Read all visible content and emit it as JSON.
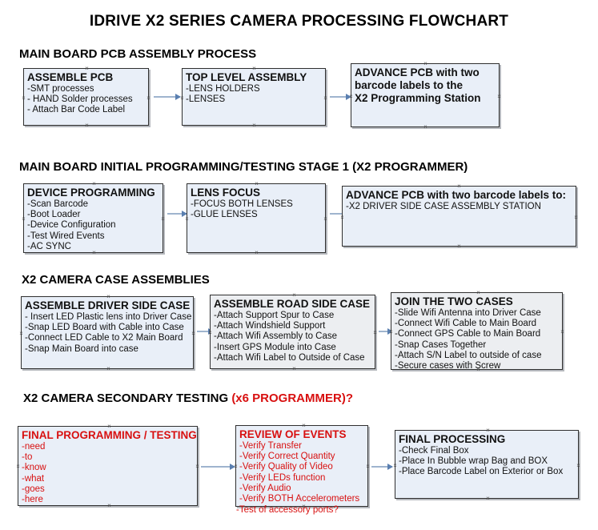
{
  "document": {
    "title": "IDRIVE X2  SERIES CAMERA PROCESSING FLOWCHART",
    "accent_color": "#d81010",
    "node_fill": "#e9eff8",
    "node_fill_alt": "#eceef1",
    "connector_color": "#9fb4ce"
  },
  "sections": [
    {
      "id": "main-board-pcb-assembly-process",
      "heading": "MAIN BOARD PCB ASSEMBLY PROCESS",
      "heading_accent": "",
      "nodes": [
        {
          "id": "assemble-pcb",
          "header": "ASSEMBLE PCB",
          "lines": [
            "-SMT processes",
            "- HAND Solder processes",
            "- Attach Bar Code Label"
          ]
        },
        {
          "id": "top-level-assembly",
          "header": "TOP LEVEL ASSEMBLY",
          "lines": [
            "-LENS HOLDERS",
            "-LENSES"
          ]
        },
        {
          "id": "advance-pcb-to-x2-programming-station",
          "header": "ADVANCE PCB with two",
          "lines": [
            "barcode labels to the",
            " X2 Programming Station"
          ]
        }
      ]
    },
    {
      "id": "main-board-initial-programming-testing-stage-1",
      "heading": "MAIN BOARD INITIAL PROGRAMMING/TESTING STAGE 1 (X2 PROGRAMMER)",
      "heading_accent": "",
      "nodes": [
        {
          "id": "device-programming",
          "header": "DEVICE PROGRAMMING",
          "lines": [
            "-Scan Barcode",
            "-Boot Loader",
            "-Device Configuration",
            "-Test Wired Events",
            "-AC SYNC"
          ]
        },
        {
          "id": "lens-focus",
          "header": "LENS FOCUS",
          "lines": [
            "-FOCUS BOTH LENSES",
            "-GLUE LENSES"
          ]
        },
        {
          "id": "advance-pcb-to-driver-side-case-assembly",
          "header": "ADVANCE PCB with two barcode labels to:",
          "lines": [
            "-X2 DRIVER  SIDE  CASE  ASSEMBLY STATION"
          ]
        }
      ]
    },
    {
      "id": "x2-camera-case-assemblies",
      "heading": "X2 CAMERA CASE ASSEMBLIES",
      "heading_accent": "",
      "nodes": [
        {
          "id": "assemble-driver-side-case",
          "header": "ASSEMBLE DRIVER SIDE CASE",
          "lines": [
            "- Insert LED Plastic lens into Driver Case",
            "-Snap LED Board with Cable into Case",
            "-Connect LED Cable to X2 Main Board",
            "-Snap Main Board into case"
          ]
        },
        {
          "id": "assemble-road-side-case",
          "header": "ASSEMBLE ROAD SIDE CASE",
          "lines": [
            "-Attach Support Spur to Case",
            "-Attach Windshield Support",
            "-Attach Wifi Assembly to Case",
            "-Insert GPS Module into Case",
            "-Attach Wifi Label to Outside of Case"
          ]
        },
        {
          "id": "join-the-two-cases",
          "header": "JOIN THE TWO CASES",
          "lines": [
            "-Slide Wifi Antenna into Driver Case",
            "-Connect Wifi Cable to Main Board",
            "-Connect GPS Cable to Main Board",
            "-Snap Cases Together",
            "-Attach S/N Label to outside of case",
            "-Secure cases with Screw"
          ]
        }
      ]
    },
    {
      "id": "x2-camera-secondary-testing",
      "heading": "X2 CAMERA SECONDARY TESTING ",
      "heading_accent": "(x6 PROGRAMMER)?",
      "nodes": [
        {
          "id": "final-programming-testing",
          "header": "FINAL PROGRAMMING / TESTING",
          "lines": [
            "-need",
            "-to",
            "-know",
            "-what",
            "-goes",
            "-here"
          ]
        },
        {
          "id": "review-of-events",
          "header": "REVIEW OF EVENTS",
          "lines": [
            "-Verify Transfer",
            "-Verify Correct Quantity",
            "-Verify Quality of Video",
            "-Verify LEDs function",
            "-Verify Audio",
            "-Verify BOTH Accelerometers"
          ],
          "overflow_line": "-Test of accessory ports?"
        },
        {
          "id": "final-processing",
          "header": "FINAL PROCESSING",
          "lines": [
            " -Check Final Box",
            "-Place In Bubble wrap Bag and BOX",
            "-Place Barcode Label on Exterior or Box"
          ]
        }
      ]
    }
  ]
}
